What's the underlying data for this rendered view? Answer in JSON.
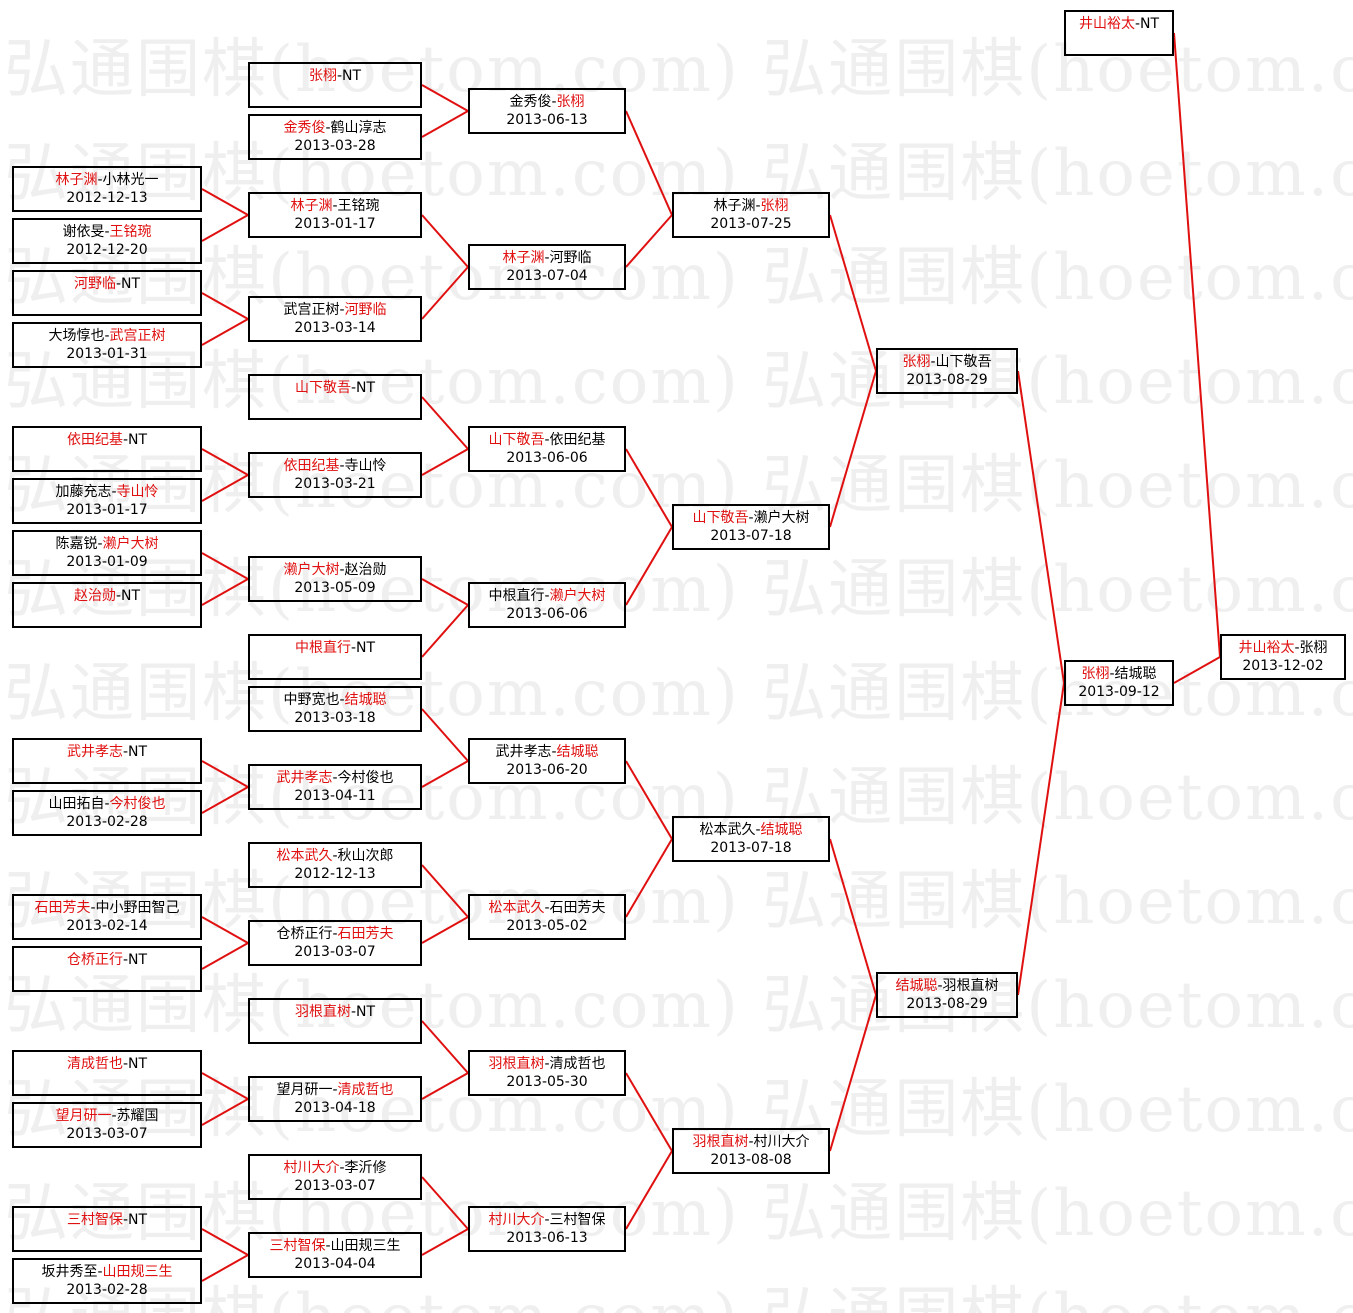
{
  "watermark": "弘通围棋(hoetom.com)",
  "separator": "-",
  "matches": {
    "r1_1": {
      "players": [
        "林子渊",
        "小林光一"
      ],
      "winner": 0,
      "date": "2012-12-13"
    },
    "r1_2": {
      "players": [
        "谢依旻",
        "王铭琬"
      ],
      "winner": 1,
      "date": "2012-12-20"
    },
    "r1_3": {
      "players": [
        "河野临",
        "NT"
      ],
      "winner": 0,
      "date": ""
    },
    "r1_4": {
      "players": [
        "大场惇也",
        "武宫正树"
      ],
      "winner": 1,
      "date": "2013-01-31"
    },
    "r1_5": {
      "players": [
        "依田纪基",
        "NT"
      ],
      "winner": 0,
      "date": ""
    },
    "r1_6": {
      "players": [
        "加藤充志",
        "寺山怜"
      ],
      "winner": 1,
      "date": "2013-01-17"
    },
    "r1_7": {
      "players": [
        "陈嘉锐",
        "濑户大树"
      ],
      "winner": 1,
      "date": "2013-01-09"
    },
    "r1_8": {
      "players": [
        "赵治勋",
        "NT"
      ],
      "winner": 0,
      "date": ""
    },
    "r1_9": {
      "players": [
        "武井孝志",
        "NT"
      ],
      "winner": 0,
      "date": ""
    },
    "r1_10": {
      "players": [
        "山田拓自",
        "今村俊也"
      ],
      "winner": 1,
      "date": "2013-02-28"
    },
    "r1_11": {
      "players": [
        "石田芳夫",
        "中小野田智己"
      ],
      "winner": 0,
      "date": "2013-02-14"
    },
    "r1_12": {
      "players": [
        "仓桥正行",
        "NT"
      ],
      "winner": 0,
      "date": ""
    },
    "r1_13": {
      "players": [
        "清成哲也",
        "NT"
      ],
      "winner": 0,
      "date": ""
    },
    "r1_14": {
      "players": [
        "望月研一",
        "苏耀国"
      ],
      "winner": 0,
      "date": "2013-03-07"
    },
    "r1_15": {
      "players": [
        "三村智保",
        "NT"
      ],
      "winner": 0,
      "date": ""
    },
    "r1_16": {
      "players": [
        "坂井秀至",
        "山田规三生"
      ],
      "winner": 1,
      "date": "2013-02-28"
    },
    "r2_1": {
      "players": [
        "张栩",
        "NT"
      ],
      "winner": 0,
      "date": ""
    },
    "r2_2": {
      "players": [
        "金秀俊",
        "鹤山淳志"
      ],
      "winner": 0,
      "date": "2013-03-28"
    },
    "r2_3": {
      "players": [
        "林子渊",
        "王铭琬"
      ],
      "winner": 0,
      "date": "2013-01-17"
    },
    "r2_4": {
      "players": [
        "武宫正树",
        "河野临"
      ],
      "winner": 1,
      "date": "2013-03-14"
    },
    "r2_5": {
      "players": [
        "山下敬吾",
        "NT"
      ],
      "winner": 0,
      "date": ""
    },
    "r2_6": {
      "players": [
        "依田纪基",
        "寺山怜"
      ],
      "winner": 0,
      "date": "2013-03-21"
    },
    "r2_7": {
      "players": [
        "濑户大树",
        "赵治勋"
      ],
      "winner": 0,
      "date": "2013-05-09"
    },
    "r2_8": {
      "players": [
        "中根直行",
        "NT"
      ],
      "winner": 0,
      "date": ""
    },
    "r2_9": {
      "players": [
        "中野宽也",
        "结城聪"
      ],
      "winner": 1,
      "date": "2013-03-18"
    },
    "r2_10": {
      "players": [
        "武井孝志",
        "今村俊也"
      ],
      "winner": 0,
      "date": "2013-04-11"
    },
    "r2_11": {
      "players": [
        "松本武久",
        "秋山次郎"
      ],
      "winner": 0,
      "date": "2012-12-13"
    },
    "r2_12": {
      "players": [
        "仓桥正行",
        "石田芳夫"
      ],
      "winner": 1,
      "date": "2013-03-07"
    },
    "r2_13": {
      "players": [
        "羽根直树",
        "NT"
      ],
      "winner": 0,
      "date": ""
    },
    "r2_14": {
      "players": [
        "望月研一",
        "清成哲也"
      ],
      "winner": 1,
      "date": "2013-04-18"
    },
    "r2_15": {
      "players": [
        "村川大介",
        "李沂修"
      ],
      "winner": 0,
      "date": "2013-03-07"
    },
    "r2_16": {
      "players": [
        "三村智保",
        "山田规三生"
      ],
      "winner": 0,
      "date": "2013-04-04"
    },
    "r3_1": {
      "players": [
        "金秀俊",
        "张栩"
      ],
      "winner": 1,
      "date": "2013-06-13"
    },
    "r3_2": {
      "players": [
        "林子渊",
        "河野临"
      ],
      "winner": 0,
      "date": "2013-07-04"
    },
    "r3_3": {
      "players": [
        "山下敬吾",
        "依田纪基"
      ],
      "winner": 0,
      "date": "2013-06-06"
    },
    "r3_4": {
      "players": [
        "中根直行",
        "濑户大树"
      ],
      "winner": 1,
      "date": "2013-06-06"
    },
    "r3_5": {
      "players": [
        "武井孝志",
        "结城聪"
      ],
      "winner": 1,
      "date": "2013-06-20"
    },
    "r3_6": {
      "players": [
        "松本武久",
        "石田芳夫"
      ],
      "winner": 0,
      "date": "2013-05-02"
    },
    "r3_7": {
      "players": [
        "羽根直树",
        "清成哲也"
      ],
      "winner": 0,
      "date": "2013-05-30"
    },
    "r3_8": {
      "players": [
        "村川大介",
        "三村智保"
      ],
      "winner": 0,
      "date": "2013-06-13"
    },
    "r4_1": {
      "players": [
        "林子渊",
        "张栩"
      ],
      "winner": 1,
      "date": "2013-07-25"
    },
    "r4_2": {
      "players": [
        "山下敬吾",
        "濑户大树"
      ],
      "winner": 0,
      "date": "2013-07-18"
    },
    "r4_3": {
      "players": [
        "松本武久",
        "结城聪"
      ],
      "winner": 1,
      "date": "2013-07-18"
    },
    "r4_4": {
      "players": [
        "羽根直树",
        "村川大介"
      ],
      "winner": 0,
      "date": "2013-08-08"
    },
    "r5_1": {
      "players": [
        "张栩",
        "山下敬吾"
      ],
      "winner": 0,
      "date": "2013-08-29"
    },
    "r5_2": {
      "players": [
        "结城聪",
        "羽根直树"
      ],
      "winner": 0,
      "date": "2013-08-29"
    },
    "r6_1": {
      "players": [
        "张栩",
        "结城聪"
      ],
      "winner": 0,
      "date": "2013-09-12"
    },
    "seed": {
      "players": [
        "井山裕太",
        "NT"
      ],
      "winner": 0,
      "date": ""
    },
    "final": {
      "players": [
        "井山裕太",
        "张栩"
      ],
      "winner": 0,
      "date": "2013-12-02"
    }
  },
  "colors": {
    "winner": "#e01010",
    "line": "#e01010",
    "border": "#000000",
    "watermark": "#efefef"
  }
}
